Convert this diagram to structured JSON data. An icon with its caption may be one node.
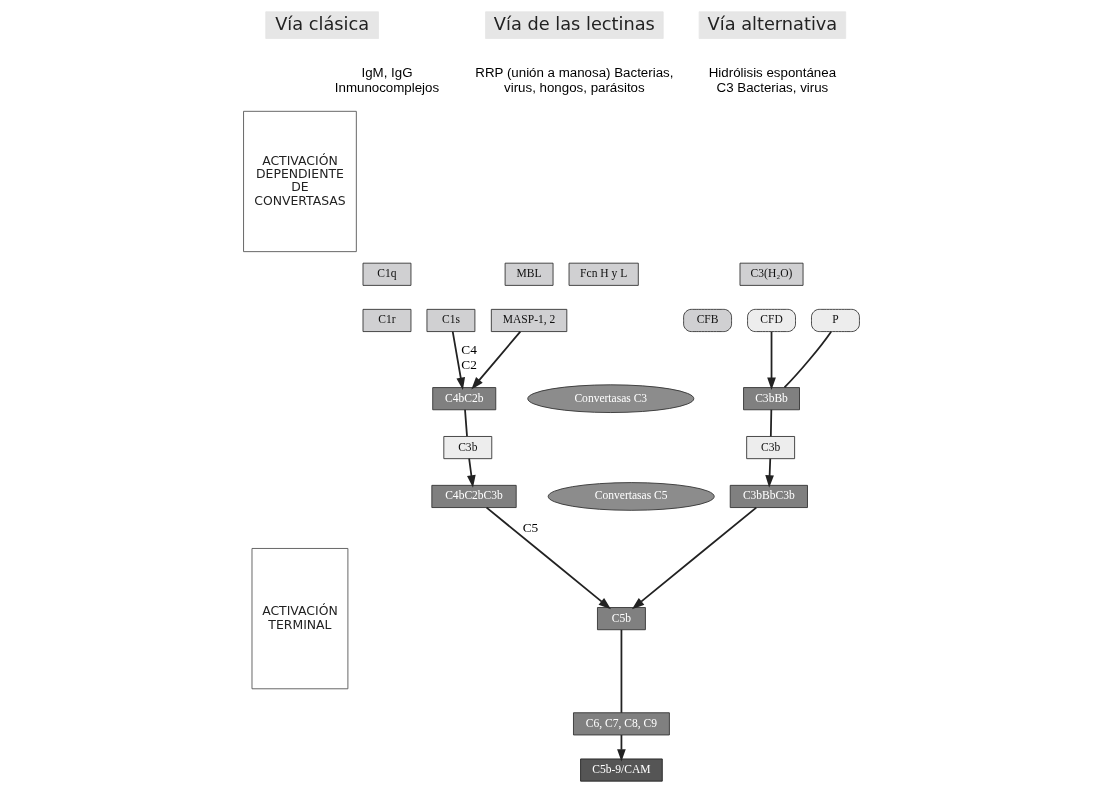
{
  "diagram": {
    "nodes": [
      {
        "text": [
          "Vía clásica"
        ]
      },
      {
        "text": [
          "Vía de las lectinas"
        ]
      },
      {
        "text": [
          "Vía alternativa"
        ]
      },
      {
        "text": [
          "C1q"
        ]
      },
      {
        "text": [
          "C1r"
        ]
      },
      {
        "text": [
          "C1s"
        ]
      },
      {
        "text": [
          "MBL"
        ]
      },
      {
        "text": [
          "Fcn H y L"
        ]
      },
      {
        "text": [
          "MASP-1, 2"
        ]
      },
      {
        "text": [
          "C3(H₂O)"
        ]
      },
      {
        "text": [
          "CFB"
        ]
      },
      {
        "text": [
          "CFD"
        ]
      },
      {
        "text": [
          "P"
        ]
      },
      {
        "text": [
          "C4bC2b"
        ]
      },
      {
        "text": [
          "Convertasas C3"
        ]
      },
      {
        "text": [
          "C3bBb"
        ]
      },
      {
        "text": [
          "C3b"
        ]
      },
      {
        "text": [
          "C3b"
        ]
      },
      {
        "text": [
          "C4bC2bC3b"
        ]
      },
      {
        "text": [
          "Convertasas C5"
        ]
      },
      {
        "text": [
          "C3bBbC3b"
        ]
      },
      {
        "text": [
          "C5b"
        ]
      },
      {
        "text": [
          "C6, C7, C8, C9"
        ]
      },
      {
        "text": [
          "C5b-9/CAM"
        ]
      },
      {
        "text": [
          "ACTIVACIÓN DEPENDIENTE DE CONVERTASAS"
        ]
      },
      {
        "text": [
          "ACTIVACIÓN TERMINAL"
        ]
      }
    ],
    "edges": [
      {
        "from": 5,
        "to": 13,
        "arrow": "to",
        "label": "C4 C2"
      },
      {
        "from": 8,
        "to": 13,
        "arrow": "to"
      },
      {
        "from": 11,
        "to": 15,
        "arrow": "to"
      },
      {
        "from": 12,
        "to": 15,
        "arrow": "none"
      },
      {
        "from": 13,
        "to": 16,
        "arrow": "none"
      },
      {
        "from": 16,
        "to": 18,
        "arrow": "to"
      },
      {
        "from": 15,
        "to": 17,
        "arrow": "none"
      },
      {
        "from": 17,
        "to": 20,
        "arrow": "to"
      },
      {
        "from": 18,
        "to": 21,
        "arrow": "to",
        "label": "C5"
      },
      {
        "from": 20,
        "to": 21,
        "arrow": "to"
      },
      {
        "from": 21,
        "to": 22,
        "arrow": "none"
      },
      {
        "from": 22,
        "to": 23,
        "arrow": "to"
      }
    ],
    "labels": [
      "IgM, IgG Inmunocomplejos",
      "RRP (unión a manosa) Bacterias, virus, hongos, parásitos",
      "Hidrólisis espontánea C3 Bacterias, virus"
    ]
  }
}
